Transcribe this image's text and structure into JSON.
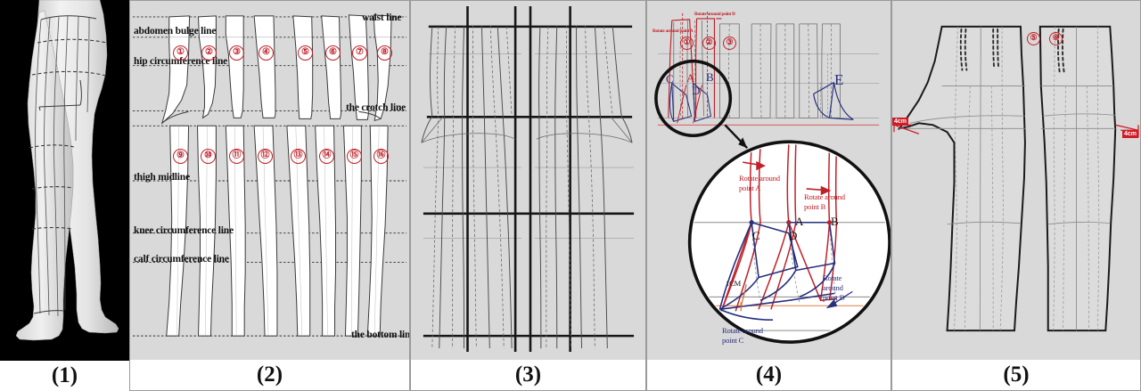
{
  "figure": {
    "panels": [
      {
        "id": "p1",
        "caption": "(1)",
        "kind": "body-scan",
        "description": "3D scanned lower body in side-front view with measurement grid lines"
      },
      {
        "id": "p2",
        "caption": "(2)",
        "kind": "flattened-strips",
        "guide_lines": [
          {
            "key": "waist",
            "label": "waist line"
          },
          {
            "key": "abdomen",
            "label": "abdomen bulge line"
          },
          {
            "key": "hip",
            "label": "hip circumference line"
          },
          {
            "key": "crotch",
            "label": "the crotch line"
          },
          {
            "key": "thigh",
            "label": "thigh midline"
          },
          {
            "key": "knee",
            "label": "knee circumference line"
          },
          {
            "key": "calf",
            "label": "calf circumference line"
          },
          {
            "key": "bottom",
            "label": "the bottom line"
          }
        ],
        "upper_strip_numbers": [
          "①",
          "②",
          "③",
          "④",
          "⑤",
          "⑥",
          "⑦",
          "⑧"
        ],
        "lower_strip_numbers": [
          "⑨",
          "⑩",
          "⑪",
          "⑫",
          "⑬",
          "⑭",
          "⑮",
          "⑯"
        ]
      },
      {
        "id": "p3",
        "caption": "(3)",
        "kind": "overlaid-block",
        "description": "Strips re-assembled and aligned on heavy vertical and horizontal reference axes"
      },
      {
        "id": "p4",
        "caption": "(4)",
        "kind": "rotation-construction",
        "strip_numbers": [
          "①",
          "②",
          "③"
        ],
        "top_notes": [
          {
            "key": "note_d",
            "label": "Rotate around point D"
          },
          {
            "key": "note_a",
            "label": "Rotate around point A"
          }
        ],
        "point_labels": [
          {
            "key": "C",
            "label": "C"
          },
          {
            "key": "A",
            "label": "A"
          },
          {
            "key": "B",
            "label": "B"
          },
          {
            "key": "D",
            "label": "D"
          },
          {
            "key": "E",
            "label": "E"
          }
        ],
        "magnifier": {
          "point_labels": [
            "A",
            "B",
            "C",
            "D"
          ],
          "dimension": "1CM",
          "notes": [
            {
              "key": "m_a",
              "label": "Rotate around point A"
            },
            {
              "key": "m_b",
              "label": "Rotate around point B"
            },
            {
              "key": "m_c",
              "label": "Rotate around point C"
            },
            {
              "key": "m_d",
              "label": "Rotate around point D"
            }
          ]
        }
      },
      {
        "id": "p5",
        "caption": "(5)",
        "kind": "final-pattern",
        "strip_numbers": [
          "⑤",
          "⑥"
        ],
        "dimension_tags": [
          {
            "key": "left",
            "label": "4cm"
          },
          {
            "key": "right",
            "label": "4cm"
          }
        ]
      }
    ]
  },
  "colors": {
    "panel_bg": "#d9d9d9",
    "piece_fill": "#ffffff",
    "outline": "#3a3a3a",
    "heavy_axis": "#1a1a1a",
    "annotation_red": "#c02028",
    "annotation_blue": "#26307e",
    "tag_red": "#cf1d27"
  }
}
